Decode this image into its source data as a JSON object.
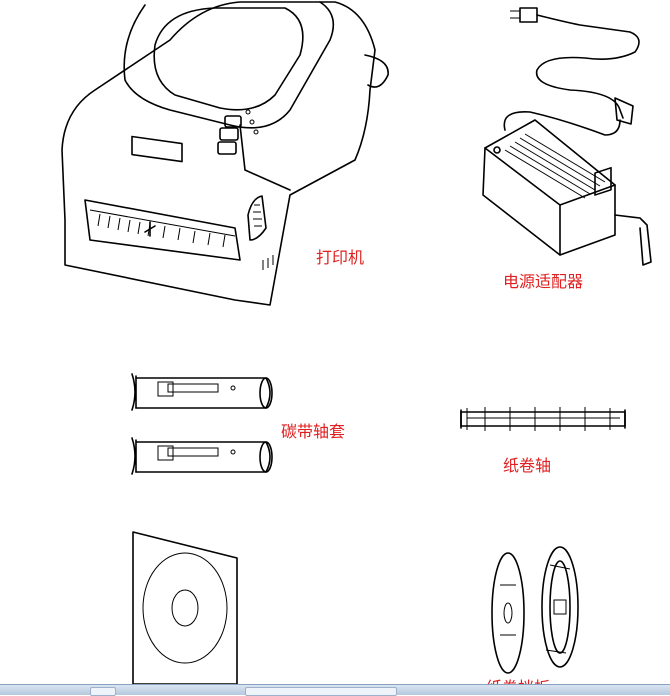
{
  "items": {
    "printer": "打印机",
    "power_adapter": "电源适配器",
    "ribbon_spindle": "碳带轴套",
    "paper_roll_spindle": "纸卷轴",
    "paper_roll_guide": "纸卷挡板"
  },
  "colors": {
    "label": "#e02020",
    "line": "#000000",
    "taskbar": "#c6d6ea"
  }
}
